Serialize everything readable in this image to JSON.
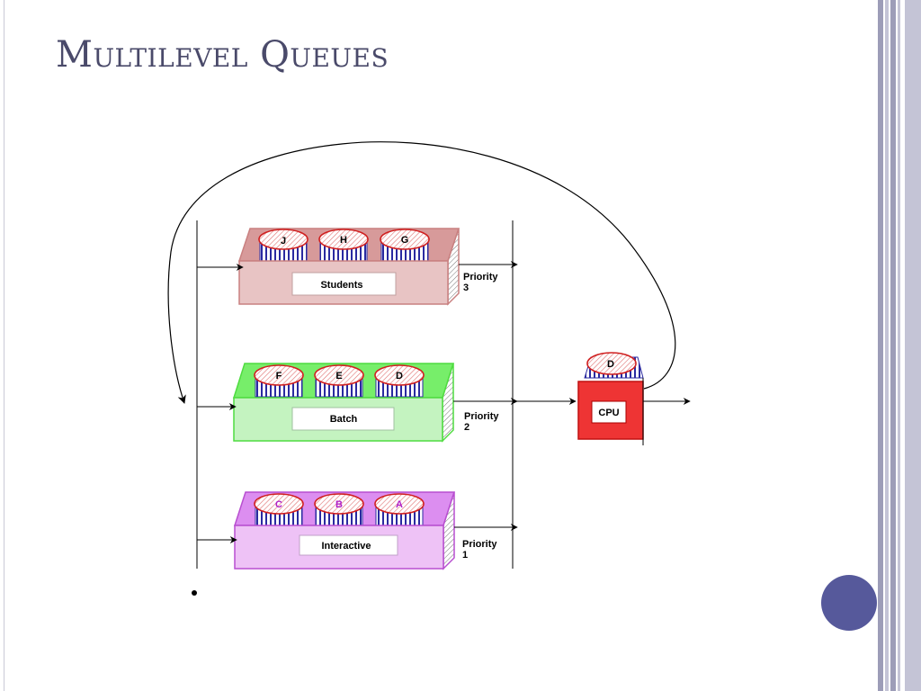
{
  "slide": {
    "title": "Multilevel Queues",
    "colors": {
      "title": "#4a4a6a",
      "accent": "#56599b",
      "stripe_dark": "#9d9db8",
      "stripe_light": "#c4c4d6"
    }
  },
  "diagram": {
    "queues": [
      {
        "label": "Students",
        "priority_line1": "Priority",
        "priority_line2": "3",
        "jobs": [
          "J",
          "H",
          "G"
        ],
        "colors": {
          "front": "#e8c4c4",
          "top": "#d79a9a",
          "stroke": "#c98080"
        }
      },
      {
        "label": "Batch",
        "priority_line1": "Priority",
        "priority_line2": "2",
        "jobs": [
          "F",
          "E",
          "D"
        ],
        "colors": {
          "front": "#c4f3c0",
          "top": "#77ee6a",
          "stroke": "#4fdc40"
        }
      },
      {
        "label": "Interactive",
        "priority_line1": "Priority",
        "priority_line2": "1",
        "jobs": [
          "C",
          "B",
          "A"
        ],
        "job_text_color": "#b020c8",
        "colors": {
          "front": "#eec2f6",
          "top": "#dc8ef0",
          "stroke": "#b84fd0"
        }
      }
    ],
    "cpu": {
      "label": "CPU",
      "job": "D",
      "color": "#ee3434"
    }
  }
}
